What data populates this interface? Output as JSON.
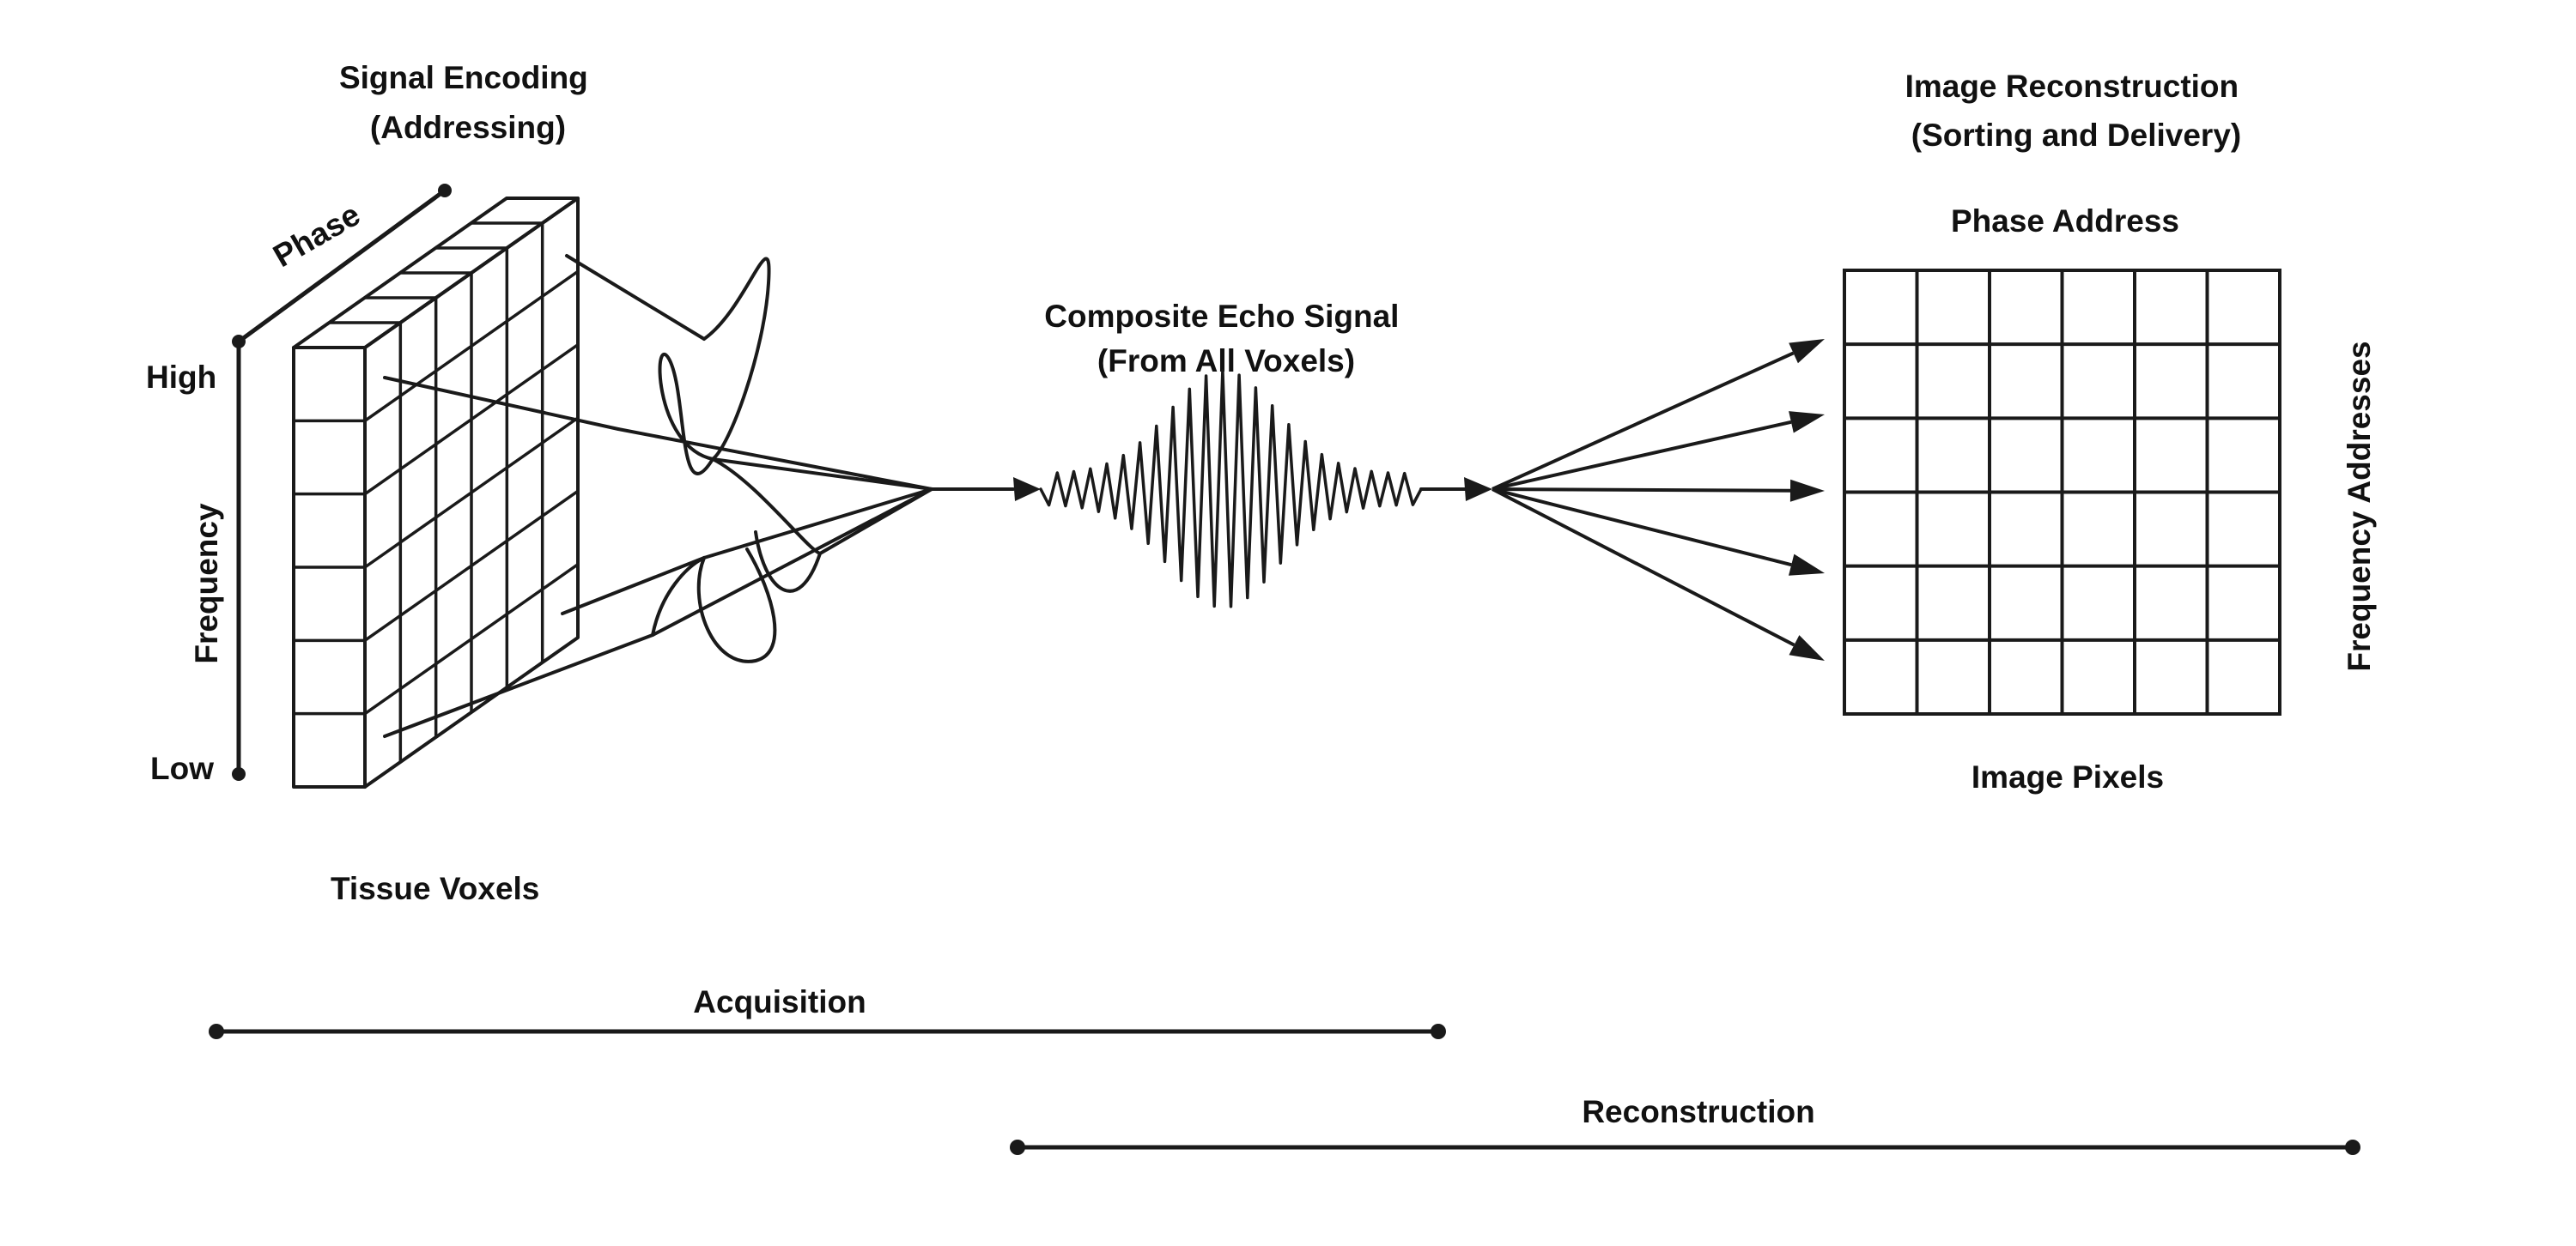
{
  "labels": {
    "signal_encoding": [
      "Signal Encoding",
      "(Addressing)"
    ],
    "phase": "Phase",
    "high": "High",
    "low": "Low",
    "frequency": "Frequency",
    "tissue_voxels": "Tissue Voxels",
    "composite_echo": [
      "Composite Echo Signal",
      "(From All Voxels)"
    ],
    "image_reconstruction": [
      "Image Reconstruction",
      "(Sorting and Delivery)"
    ],
    "phase_address": "Phase Address",
    "frequency_addresses": "Frequency Addresses",
    "image_pixels": "Image Pixels",
    "acquisition": "Acquisition",
    "reconstruction": "Reconstruction"
  },
  "grid": {
    "rows": 6,
    "columns": 6
  },
  "colors": {
    "line": "#1a1a1a",
    "text": "#111111",
    "background": "#ffffff"
  }
}
